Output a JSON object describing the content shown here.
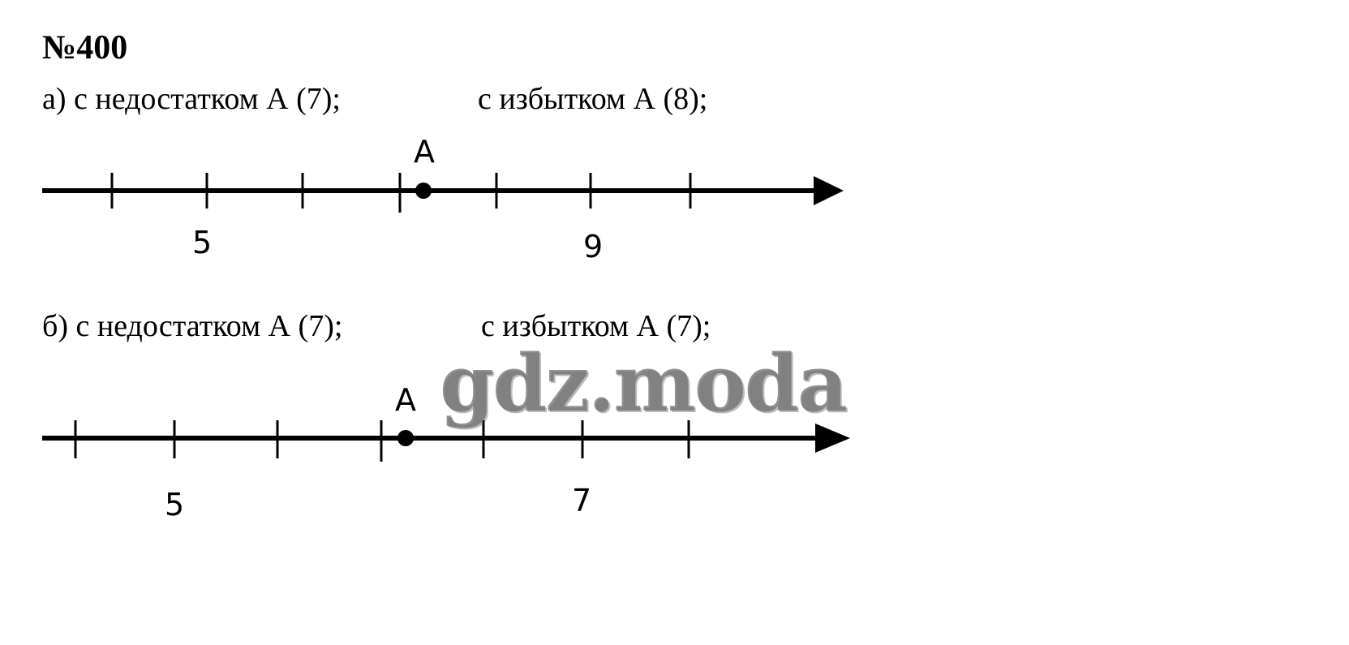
{
  "problem": {
    "number": "№400"
  },
  "task_a": {
    "left_text": "а) с недостатком А (7);",
    "right_text": "с избытком А (8);",
    "point_label": "А",
    "labels": [
      "5",
      "9"
    ]
  },
  "task_b": {
    "left_text": "б) с недостатком А (7);",
    "right_text": "с избытком А (7);",
    "point_label": "А",
    "labels": [
      "5",
      "7"
    ]
  },
  "watermark": {
    "text": "gdz.moda"
  },
  "colors": {
    "ink": "#000000",
    "background": "#ffffff",
    "watermark": "#6e6e6e"
  }
}
